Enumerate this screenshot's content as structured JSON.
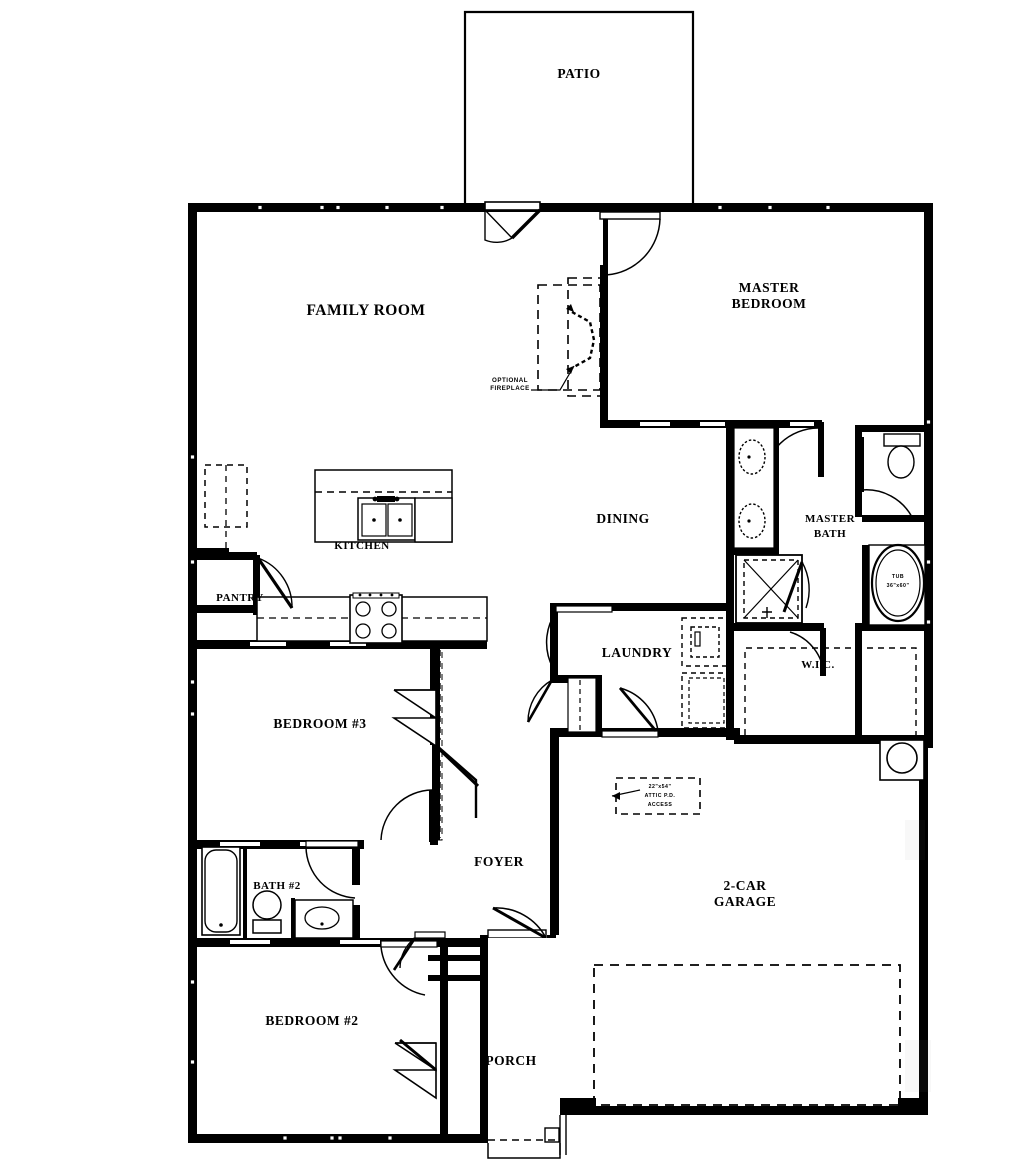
{
  "document": {
    "type": "residential-floor-plan",
    "title": "Single Story Home Floor Plan",
    "line_color": "#000000",
    "background_color": "#ffffff"
  },
  "rooms": {
    "patio": "PATIO",
    "family_room": "FAMILY ROOM",
    "master_bedroom_line1": "MASTER",
    "master_bedroom_line2": "BEDROOM",
    "kitchen": "KITCHEN",
    "pantry": "PANTRY",
    "dining": "DINING",
    "laundry": "LAUNDRY",
    "master_bath_line1": "MASTER",
    "master_bath_line2": "BATH",
    "wic": "W.I.C.",
    "bedroom_3": "BEDROOM #3",
    "bedroom_2": "BEDROOM #2",
    "bath_2": "BATH #2",
    "foyer": "FOYER",
    "porch": "PORCH",
    "garage_line1": "2-CAR",
    "garage_line2": "GARAGE"
  },
  "annotations": {
    "optional_fireplace_line1": "OPTIONAL",
    "optional_fireplace_line2": "FIREPLACE",
    "tub_line1": "TUB",
    "tub_line2": "36\"x60\"",
    "attic_line1": "22\"x54\"",
    "attic_line2": "ATTIC P.D.",
    "attic_line3": "ACCESS"
  },
  "fixtures": {
    "kitchen_sink": "double-bowl-sink",
    "kitchen_range": "4-burner-range",
    "master_bath_vanity_sinks": 2,
    "master_bath_shower": "corner-shower",
    "master_bath_tub": "oval-garden-tub",
    "master_toilet": "toilet-in-water-closet",
    "bath2_tub": "bathtub",
    "bath2_toilet": "toilet",
    "bath2_sink": "oval-sink",
    "laundry_washer": "washer",
    "laundry_dryer": "dryer",
    "garage_water_heater": "water-heater"
  }
}
